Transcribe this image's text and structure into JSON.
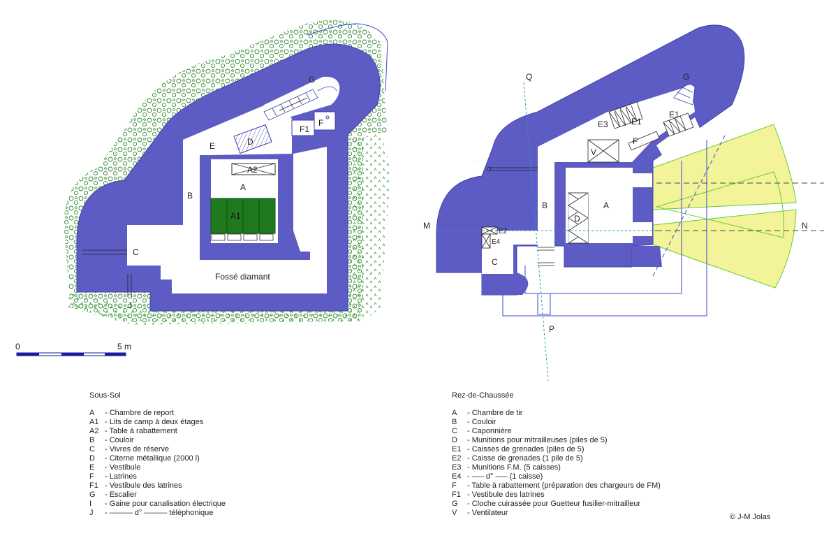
{
  "scale_bar": {
    "start_label": "0",
    "end_label": "5 m"
  },
  "plan_labels": {
    "A": "A",
    "A1": "A1",
    "A2": "A2",
    "B": "B",
    "C": "C",
    "D": "D",
    "E": "E",
    "F": "F",
    "F1": "F1",
    "G": "G",
    "J": "J",
    "fosse": "Fossé diamant"
  },
  "section_labels": {
    "A": "A",
    "B": "B",
    "C": "C",
    "D": "D",
    "E1": "E1",
    "E2": "E2",
    "E3": "E3",
    "E4": "E4",
    "F": "F",
    "G": "G",
    "V": "V",
    "M": "M",
    "N": "N",
    "P": "P",
    "Q": "Q"
  },
  "legend_left": {
    "title": "Sous-Sol",
    "items": [
      {
        "key": "A",
        "text": "- Chambre de report"
      },
      {
        "key": "A1",
        "text": "- Lits de camp à deux étages"
      },
      {
        "key": "A2",
        "text": "- Table à rabattement"
      },
      {
        "key": "B",
        "text": "- Couloir"
      },
      {
        "key": "C",
        "text": "- Vivres de réserve"
      },
      {
        "key": "D",
        "text": "- Citerne métallique (2000 l)"
      },
      {
        "key": "E",
        "text": "- Vestibule"
      },
      {
        "key": "F",
        "text": "- Latrines"
      },
      {
        "key": "F1",
        "text": "- Vestibule des latrines"
      },
      {
        "key": "G",
        "text": "- Escalier"
      },
      {
        "key": "I",
        "text": "- Gaine pour canalisation électrique"
      },
      {
        "key": "J",
        "text": "- ——— d° ——— téléphonique"
      }
    ]
  },
  "legend_right": {
    "title": "Rez-de-Chaussée",
    "items": [
      {
        "key": "A",
        "text": "- Chambre de tir"
      },
      {
        "key": "B",
        "text": "- Couloir"
      },
      {
        "key": "C",
        "text": "- Caponnière"
      },
      {
        "key": "D",
        "text": "- Munitions pour mitrailleuses (piles de 5)"
      },
      {
        "key": "E1",
        "text": "- Caisses de grenades (piles de 5)"
      },
      {
        "key": "E2",
        "text": "- Caisse de grenades (1 pile de 5)"
      },
      {
        "key": "E3",
        "text": "- Munitions F.M. (5 caisses)"
      },
      {
        "key": "E4",
        "text": "- —– d° —– (1 caisse)"
      },
      {
        "key": "F",
        "text": "- Table à rabattement (préparation des chargeurs de FM)"
      },
      {
        "key": "F1",
        "text": "- Vestibule des latrines"
      },
      {
        "key": "G",
        "text": "- Cloche cuirassée pour Guetteur fusilier-mitrailleur"
      },
      {
        "key": "V",
        "text": "- Ventilateur"
      }
    ]
  },
  "credit": "© J-M Jolas",
  "colors": {
    "concrete": "#5c5cc4",
    "beds": "#1f7a1f",
    "fire_sector": "#f3f39a",
    "fire_sector_edge": "#66cc33",
    "earth": "#2f8a2f"
  }
}
